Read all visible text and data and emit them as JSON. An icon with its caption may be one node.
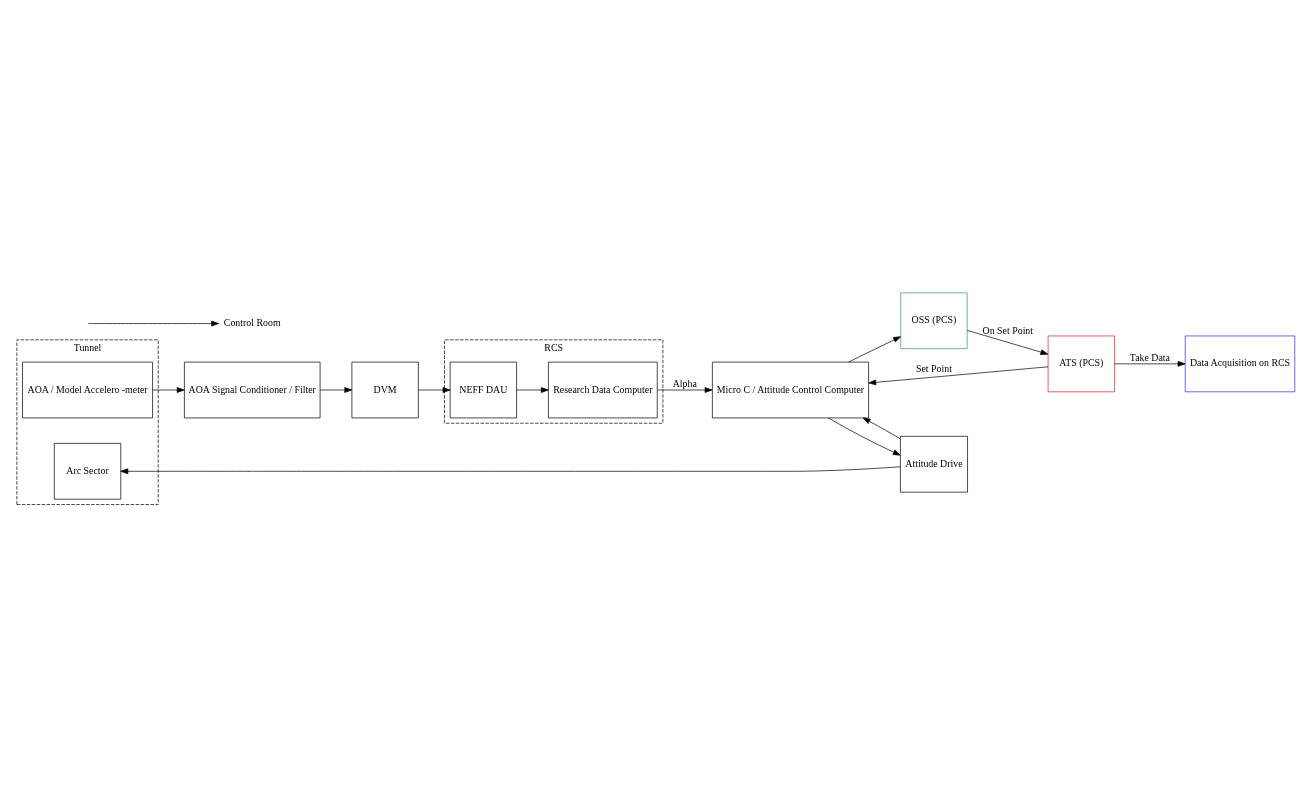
{
  "diagram": {
    "nodes": [
      {
        "text": [
          "Tunnel"
        ]
      },
      {
        "text": [
          "Control Room"
        ]
      },
      {
        "text": [
          "AOA / Model Accelero -meter"
        ],
        "in": 0
      },
      {
        "text": [
          "Arc Sector"
        ],
        "in": 0
      },
      {
        "text": [
          "AOA Signal Conditioner / Filter"
        ]
      },
      {
        "text": [
          "DVM"
        ]
      },
      {
        "text": [
          "RCS"
        ]
      },
      {
        "text": [
          "NEFF DAU"
        ],
        "in": 6
      },
      {
        "text": [
          "Research Data Computer"
        ],
        "in": 6
      },
      {
        "text": [
          "Attitude Drive"
        ]
      },
      {
        "text": [
          "Micro C / Attitude Control Computer"
        ]
      },
      {
        "text": [
          "OSS (PCS)"
        ]
      },
      {
        "text": [
          "ATS (PCS)"
        ]
      },
      {
        "text": [
          "Data Acquisition on RCS"
        ]
      }
    ],
    "edges": [
      {
        "from": null,
        "to": 1,
        "arrow": "to"
      },
      {
        "from": 2,
        "to": 4,
        "arrow": "to"
      },
      {
        "from": 4,
        "to": 5,
        "arrow": "to"
      },
      {
        "from": 5,
        "to": 7,
        "arrow": "to"
      },
      {
        "from": 7,
        "to": 8,
        "arrow": "to"
      },
      {
        "from": 8,
        "to": 10,
        "arrow": "to",
        "label": "Alpha"
      },
      {
        "from": 9,
        "to": 3,
        "arrow": "to"
      },
      {
        "from": 9,
        "to": 10,
        "arrow": "to"
      },
      {
        "from": 10,
        "to": 9,
        "arrow": "to"
      },
      {
        "from": 10,
        "to": 11,
        "arrow": "to"
      },
      {
        "from": 11,
        "to": 12,
        "arrow": "to",
        "label": "On Set Point"
      },
      {
        "from": 12,
        "to": 10,
        "arrow": "to",
        "label": "Set Point"
      },
      {
        "from": 12,
        "to": 13,
        "arrow": "to",
        "label": "Take Data"
      }
    ]
  }
}
